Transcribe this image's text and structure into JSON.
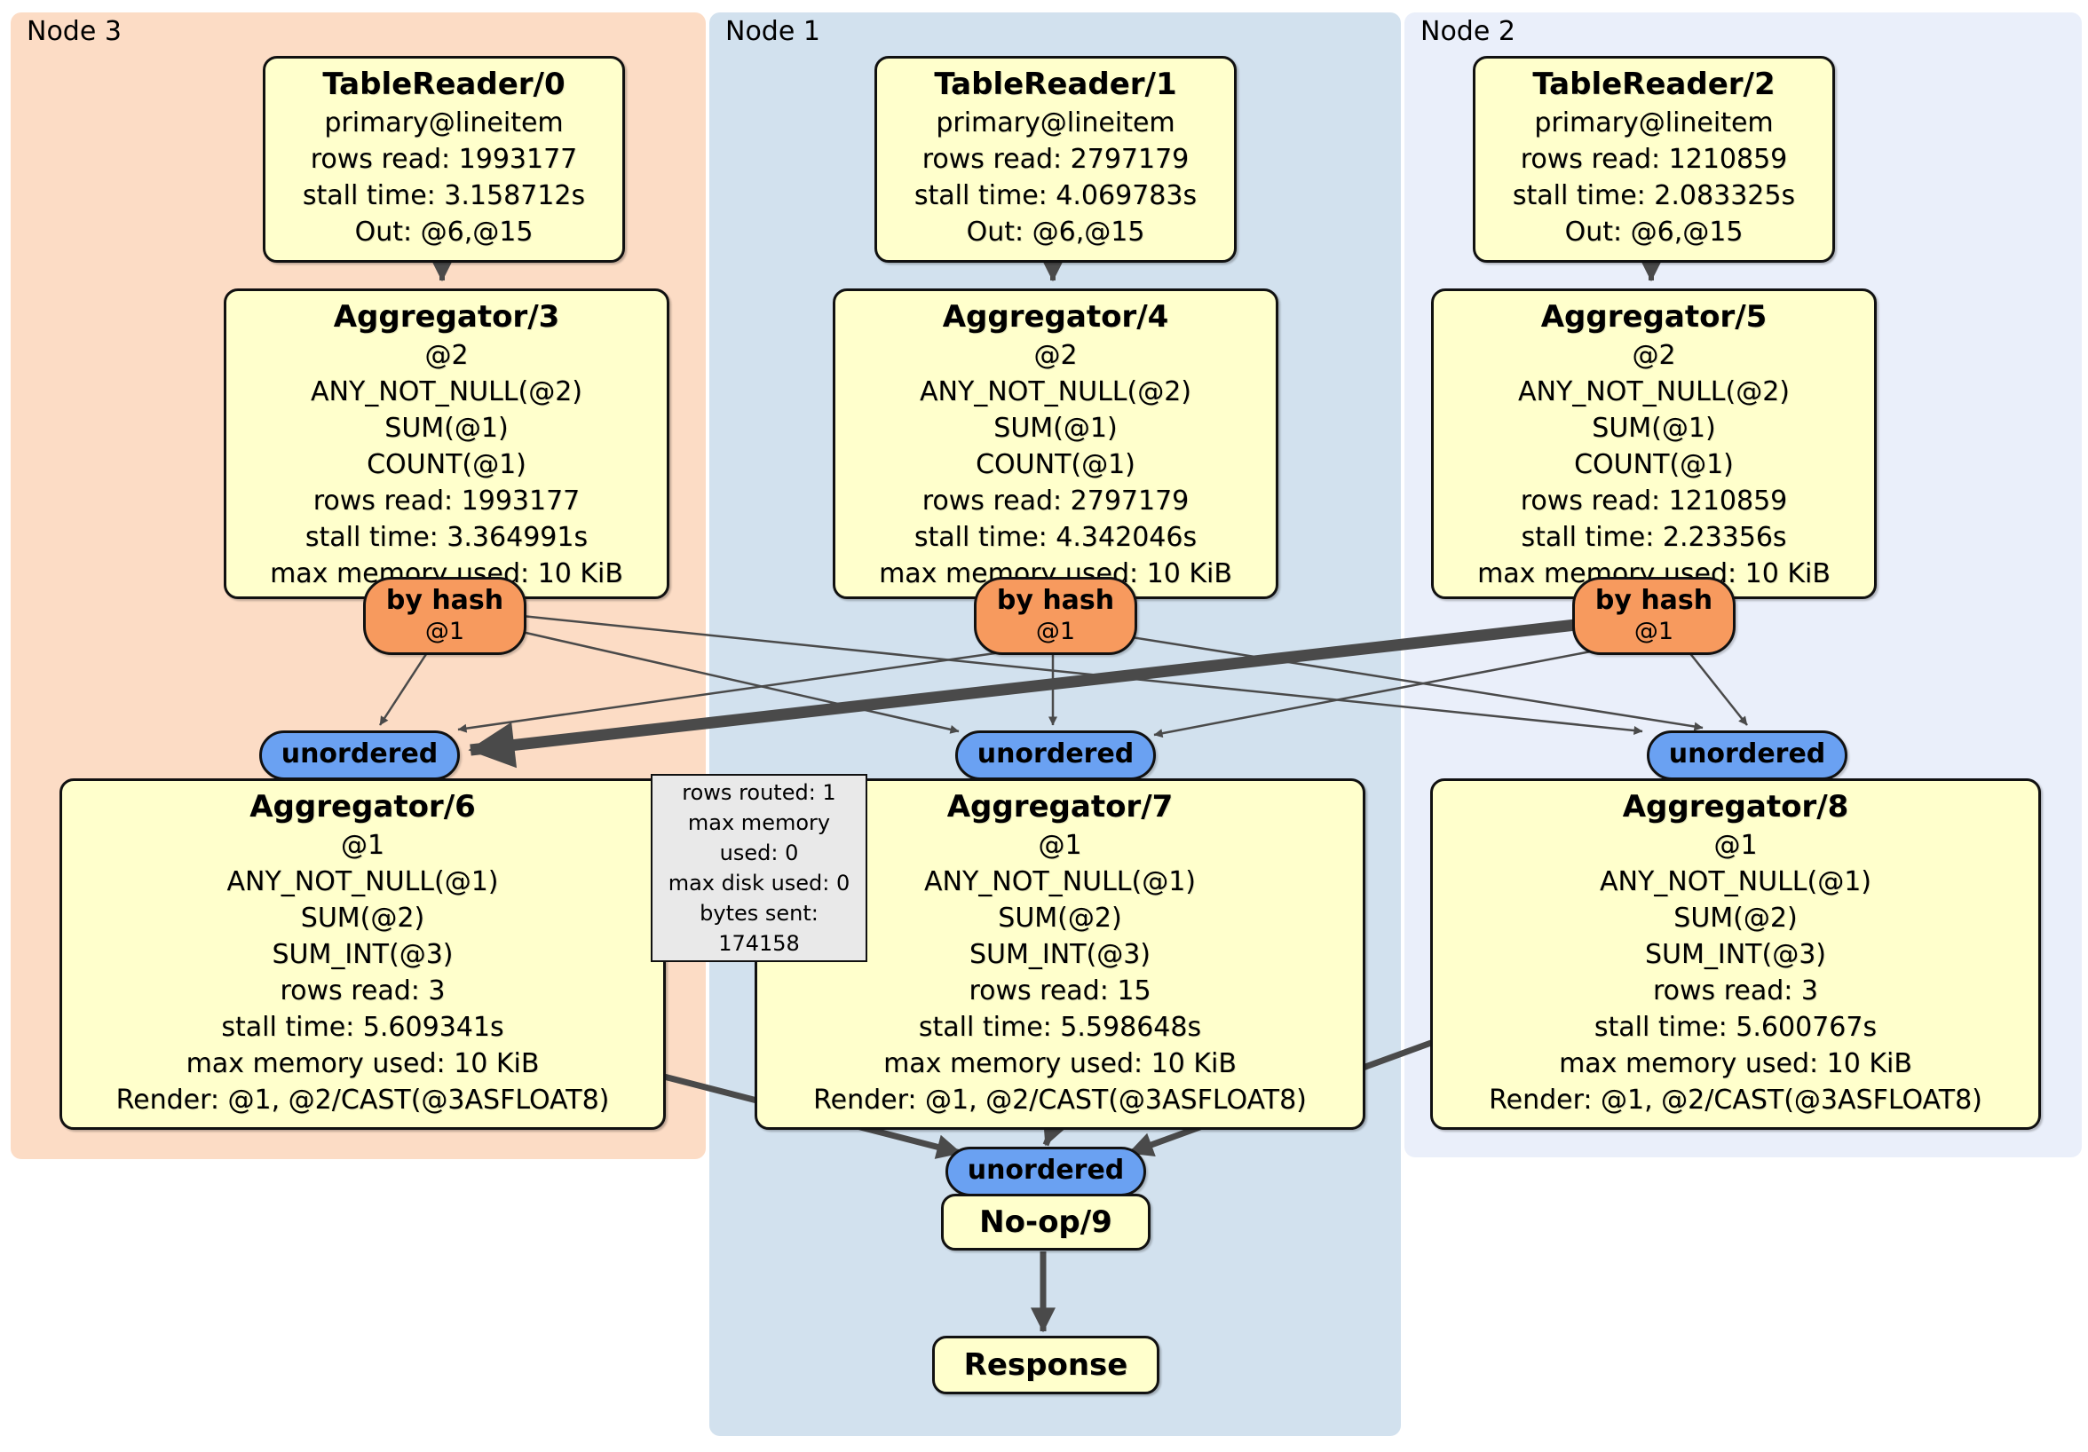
{
  "regions": {
    "node3": {
      "label": "Node 3"
    },
    "node1": {
      "label": "Node 1"
    },
    "node2": {
      "label": "Node 2"
    }
  },
  "processors": {
    "tablereader0": {
      "title": "TableReader/0",
      "lines": [
        "primary@lineitem",
        "rows read: 1993177",
        "stall time: 3.158712s",
        "Out: @6,@15"
      ]
    },
    "tablereader1": {
      "title": "TableReader/1",
      "lines": [
        "primary@lineitem",
        "rows read: 2797179",
        "stall time: 4.069783s",
        "Out: @6,@15"
      ]
    },
    "tablereader2": {
      "title": "TableReader/2",
      "lines": [
        "primary@lineitem",
        "rows read: 1210859",
        "stall time: 2.083325s",
        "Out: @6,@15"
      ]
    },
    "aggregator3": {
      "title": "Aggregator/3",
      "lines": [
        "@2",
        "ANY_NOT_NULL(@2)",
        "SUM(@1)",
        "COUNT(@1)",
        "rows read: 1993177",
        "stall time: 3.364991s",
        "max memory used: 10 KiB"
      ]
    },
    "aggregator4": {
      "title": "Aggregator/4",
      "lines": [
        "@2",
        "ANY_NOT_NULL(@2)",
        "SUM(@1)",
        "COUNT(@1)",
        "rows read: 2797179",
        "stall time: 4.342046s",
        "max memory used: 10 KiB"
      ]
    },
    "aggregator5": {
      "title": "Aggregator/5",
      "lines": [
        "@2",
        "ANY_NOT_NULL(@2)",
        "SUM(@1)",
        "COUNT(@1)",
        "rows read: 1210859",
        "stall time: 2.23356s",
        "max memory used: 10 KiB"
      ]
    },
    "aggregator6": {
      "title": "Aggregator/6",
      "lines": [
        "@1",
        "ANY_NOT_NULL(@1)",
        "SUM(@2)",
        "SUM_INT(@3)",
        "rows read: 3",
        "stall time: 5.609341s",
        "max memory used: 10 KiB",
        "Render: @1, @2/CAST(@3ASFLOAT8)"
      ]
    },
    "aggregator7": {
      "title": "Aggregator/7",
      "lines": [
        "@1",
        "ANY_NOT_NULL(@1)",
        "SUM(@2)",
        "SUM_INT(@3)",
        "rows read: 15",
        "stall time: 5.598648s",
        "max memory used: 10 KiB",
        "Render: @1, @2/CAST(@3ASFLOAT8)"
      ]
    },
    "aggregator8": {
      "title": "Aggregator/8",
      "lines": [
        "@1",
        "ANY_NOT_NULL(@1)",
        "SUM(@2)",
        "SUM_INT(@3)",
        "rows read: 3",
        "stall time: 5.600767s",
        "max memory used: 10 KiB",
        "Render: @1, @2/CAST(@3ASFLOAT8)"
      ]
    },
    "noop9": {
      "title": "No-op/9"
    },
    "response": {
      "title": "Response"
    }
  },
  "routers": {
    "by_hash": {
      "label": "by hash",
      "detail": "@1"
    },
    "unordered": {
      "label": "unordered"
    }
  },
  "stream_tooltip": {
    "lines": [
      "rows routed: 1",
      "max memory used: 0",
      "max disk used: 0",
      "bytes sent: 174158"
    ]
  },
  "colors": {
    "node3_bg": "#fcdcc5",
    "node1_bg": "#d2e1ee",
    "node2_bg": "#eaeffa",
    "processor_bg": "#ffffcc",
    "hash_router_bg": "#f79a5e",
    "sync_pill_bg": "#6aa1f2",
    "edge": "#4a4a4a",
    "tooltip_bg": "#e9e9e9"
  }
}
